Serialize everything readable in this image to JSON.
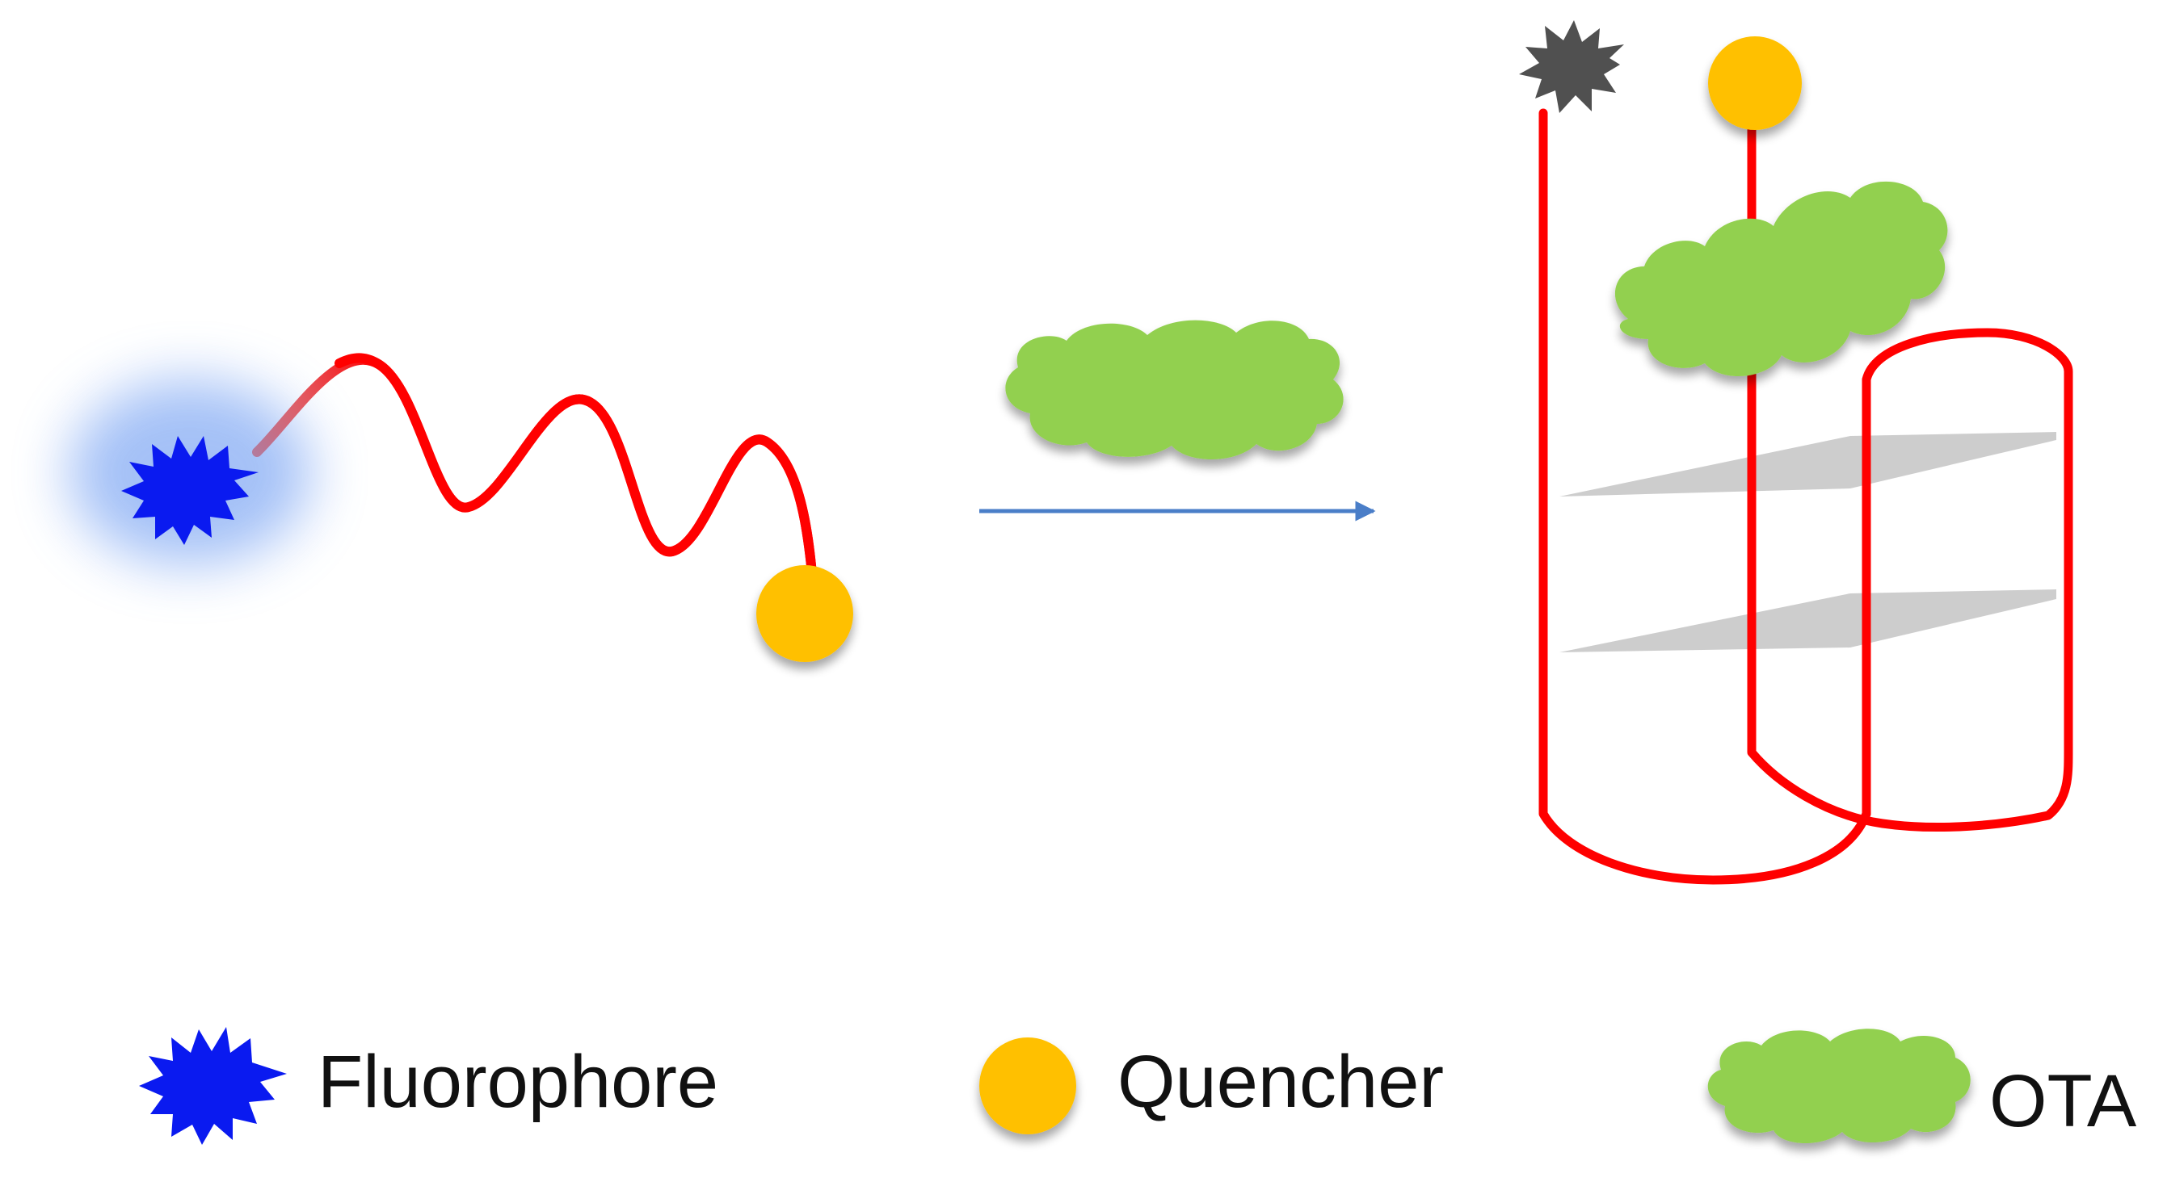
{
  "legend": {
    "fluorophore_label": "Fluorophore",
    "quencher_label": "Quencher",
    "target_label": "OTA"
  },
  "colors": {
    "fluorophore": "#0a1af0",
    "fluorophore_glow": "#5a8ef0",
    "quencher": "#ffc000",
    "target": "#92d050",
    "aptamer_strand": "#ff0000",
    "quenched_fluorophore": "#505050",
    "arrow": "#4a7ec8",
    "g_quartet_plane": "#c8c8c8"
  }
}
